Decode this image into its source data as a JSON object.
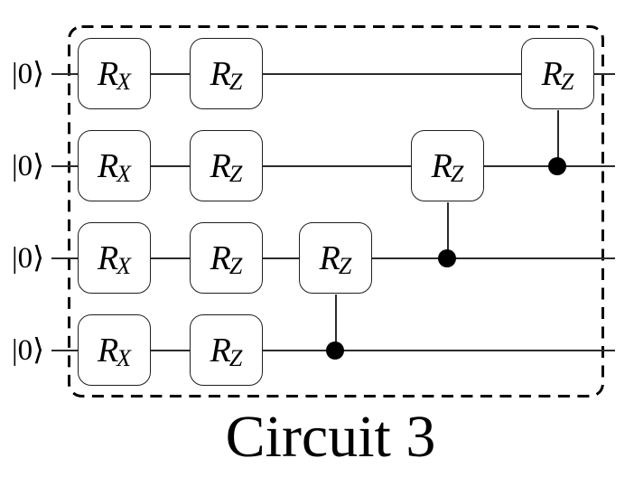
{
  "title": "Circuit 3",
  "colors": {
    "stroke": "#1f1f1f",
    "wire": "#2b2b2b",
    "fill": "#ffffff",
    "dot": "#000000"
  },
  "qubits": [
    {
      "ket": "|0⟩"
    },
    {
      "ket": "|0⟩"
    },
    {
      "ket": "|0⟩"
    },
    {
      "ket": "|0⟩"
    }
  ],
  "gates": [
    {
      "base": "R",
      "sub": "X",
      "qubit": 0
    },
    {
      "base": "R",
      "sub": "Z",
      "qubit": 0
    },
    {
      "base": "R",
      "sub": "Z",
      "qubit": 0
    },
    {
      "base": "R",
      "sub": "X",
      "qubit": 1
    },
    {
      "base": "R",
      "sub": "Z",
      "qubit": 1
    },
    {
      "base": "R",
      "sub": "Z",
      "qubit": 1
    },
    {
      "base": "R",
      "sub": "X",
      "qubit": 2
    },
    {
      "base": "R",
      "sub": "Z",
      "qubit": 2
    },
    {
      "base": "R",
      "sub": "Z",
      "qubit": 2
    },
    {
      "base": "R",
      "sub": "X",
      "qubit": 3
    },
    {
      "base": "R",
      "sub": "Z",
      "qubit": 3
    }
  ],
  "controls": [
    {
      "control_qubit": 1,
      "target_qubit": 0
    },
    {
      "control_qubit": 2,
      "target_qubit": 1
    },
    {
      "control_qubit": 3,
      "target_qubit": 2
    }
  ]
}
